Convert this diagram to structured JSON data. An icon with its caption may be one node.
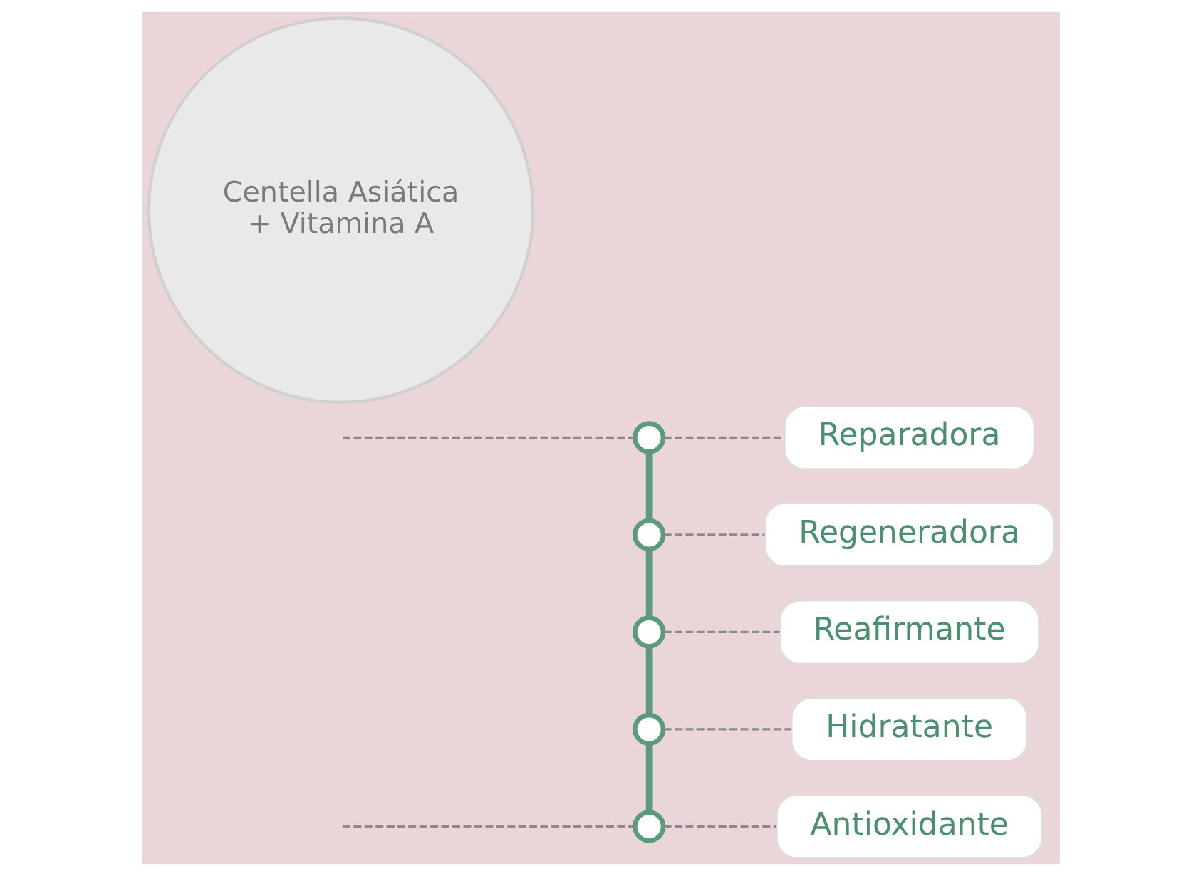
{
  "diagram": {
    "nodes": [
      {
        "text": [
          "Centella Asiática + Vitamina A"
        ]
      },
      {
        "text": [],
        "shape": "circle"
      },
      {
        "text": [],
        "shape": "circle"
      },
      {
        "text": [],
        "shape": "circle"
      },
      {
        "text": [],
        "shape": "circle"
      },
      {
        "text": [],
        "shape": "circle"
      },
      {
        "text": [
          "Reparadora"
        ]
      },
      {
        "text": [
          "Regeneradora"
        ]
      },
      {
        "text": [
          "Reafirmante"
        ]
      },
      {
        "text": [
          "Hidratante"
        ]
      },
      {
        "text": [
          "Antioxidante"
        ]
      }
    ],
    "edges": [
      {
        "from": null,
        "to": 1,
        "arrow": "none",
        "style": "dashed"
      },
      {
        "from": 1,
        "to": 2,
        "arrow": "none",
        "style": "thick",
        "color": "#5b9a7a"
      },
      {
        "from": 2,
        "to": 3,
        "arrow": "none",
        "style": "thick",
        "color": "#5b9a7a"
      },
      {
        "from": 3,
        "to": 4,
        "arrow": "none",
        "style": "thick",
        "color": "#5b9a7a"
      },
      {
        "from": 4,
        "to": 5,
        "arrow": "none",
        "style": "thick",
        "color": "#5b9a7a"
      },
      {
        "from": null,
        "to": 5,
        "arrow": "none",
        "style": "dashed"
      },
      {
        "from": 1,
        "to": 6,
        "arrow": "none",
        "style": "dashed"
      },
      {
        "from": 2,
        "to": 7,
        "arrow": "none",
        "style": "dashed"
      },
      {
        "from": 3,
        "to": 8,
        "arrow": "none",
        "style": "dashed"
      },
      {
        "from": 4,
        "to": 9,
        "arrow": "none",
        "style": "dashed"
      },
      {
        "from": 5,
        "to": 10,
        "arrow": "none",
        "style": "dashed"
      }
    ]
  }
}
